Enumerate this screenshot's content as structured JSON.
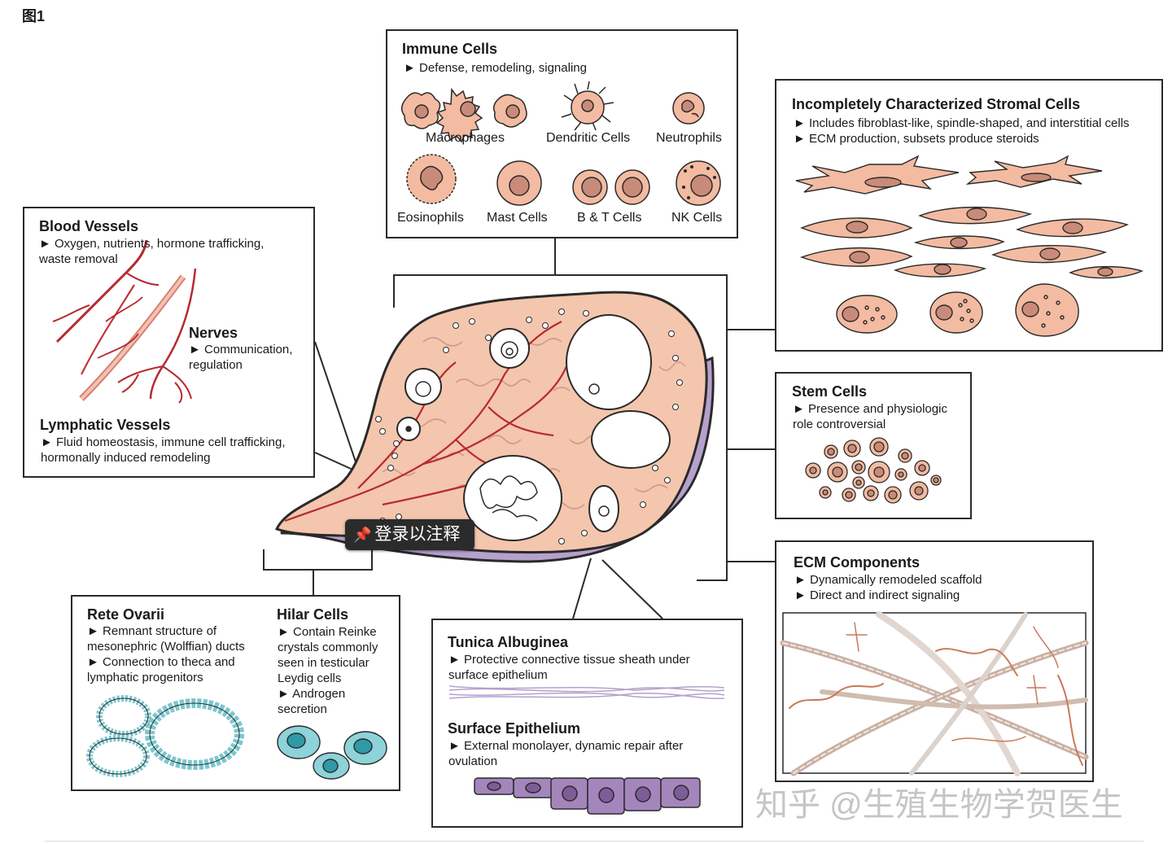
{
  "figure_label": "图1",
  "immune": {
    "title": "Immune Cells",
    "line1": "► Defense, remodeling, signaling",
    "macrophages": "Macrophages",
    "dendritic": "Dendritic Cells",
    "neutrophils": "Neutrophils",
    "eosinophils": "Eosinophils",
    "mast": "Mast Cells",
    "bt": "B & T Cells",
    "nk": "NK Cells"
  },
  "stromal": {
    "title": "Incompletely Characterized Stromal Cells",
    "line1": "► Includes fibroblast-like, spindle-shaped, and interstitial cells",
    "line2": "► ECM production, subsets produce steroids"
  },
  "vessels": {
    "title": "Blood Vessels",
    "line1": "► Oxygen, nutrients, hormone trafficking,",
    "line2": "waste removal",
    "nerves_title": "Nerves",
    "nerves_line1": "► Communication,",
    "nerves_line2": "regulation",
    "lymph_title": "Lymphatic Vessels",
    "lymph_line1": "► Fluid homeostasis, immune cell trafficking,",
    "lymph_line2": "hormonally induced remodeling"
  },
  "stem": {
    "title": "Stem Cells",
    "line1": "► Presence and physiologic",
    "line2": "role controversial"
  },
  "ecm": {
    "title": "ECM Components",
    "line1": "► Dynamically remodeled scaffold",
    "line2": "► Direct and indirect signaling"
  },
  "rete": {
    "title": "Rete Ovarii",
    "line1": "► Remnant structure of",
    "line2": "mesonephric (Wolffian) ducts",
    "line3": "► Connection to theca and",
    "line4": "lymphatic progenitors",
    "hilar_title": "Hilar Cells",
    "hilar_line1": "► Contain Reinke",
    "hilar_line2": "crystals commonly",
    "hilar_line3": "seen in testicular",
    "hilar_line4": "Leydig cells",
    "hilar_line5": "► Androgen",
    "hilar_line6": "secretion"
  },
  "tunica": {
    "title": "Tunica Albuginea",
    "line1": "► Protective connective tissue sheath under",
    "line2": "surface epithelium",
    "surf_title": "Surface Epithelium",
    "surf_line1": "► External monolayer, dynamic repair after",
    "surf_line2": "ovulation"
  },
  "overlay_button": {
    "icon": "pin-icon",
    "label": "登录以注释"
  },
  "watermark": "知乎 @生殖生物学贺医生",
  "colors": {
    "cell_fill": "#f3bba1",
    "nucleus": "#c98b79",
    "vessel_red": "#b72a32",
    "lymph": "#d98070",
    "stroma": "#f4c6ad",
    "tunica": "#b6a0cc",
    "epithelium": "#a486bd",
    "rete": "#7cc7cf",
    "hilar": "#8ed2da",
    "ecm_fiber": "#c79f8a"
  }
}
